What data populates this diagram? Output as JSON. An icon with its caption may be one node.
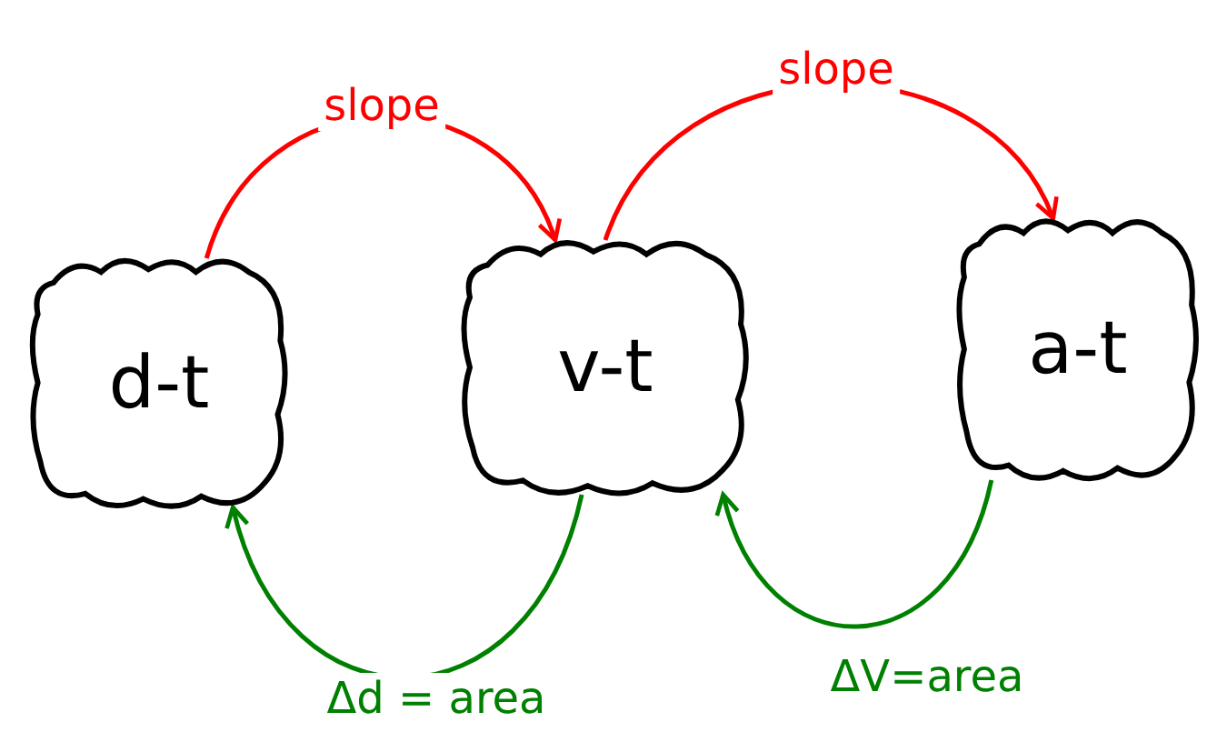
{
  "diagram": {
    "nodes": [
      {
        "text": [
          "d-t"
        ]
      },
      {
        "text": [
          "v-t"
        ]
      },
      {
        "text": [
          "a-t"
        ]
      }
    ],
    "edges": [
      {
        "from": 0,
        "to": 1,
        "arrow": "to",
        "label": "slope",
        "color": "#ff0000"
      },
      {
        "from": 1,
        "to": 2,
        "arrow": "to",
        "label": "slope",
        "color": "#ff0000"
      },
      {
        "from": 1,
        "to": 0,
        "arrow": "to",
        "label": "Δd = area",
        "color": "#008000"
      },
      {
        "from": 2,
        "to": 1,
        "arrow": "to",
        "label": "ΔV=area",
        "color": "#008000"
      }
    ]
  }
}
